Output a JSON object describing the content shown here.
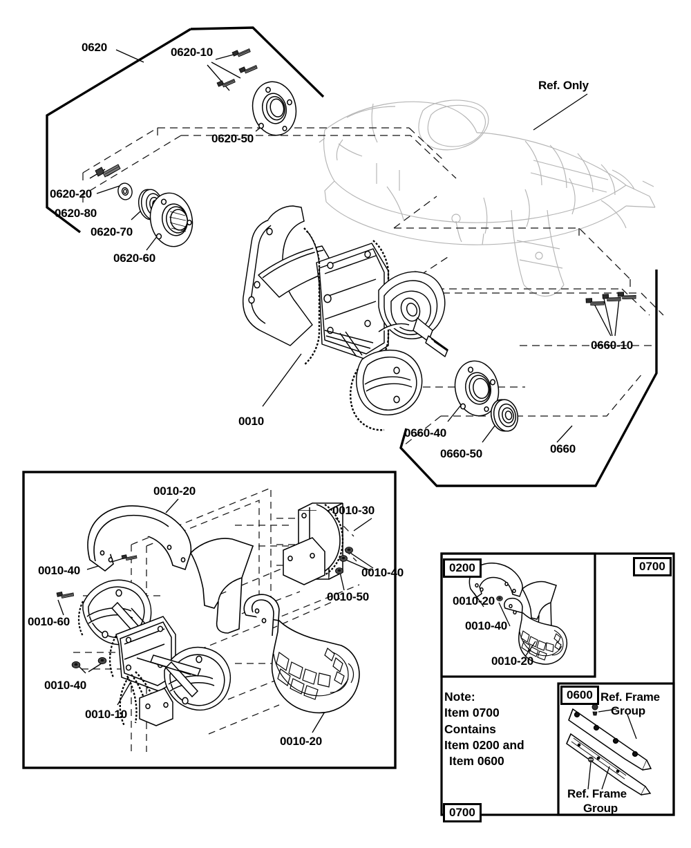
{
  "diagram": {
    "title": "Parts Exploded Assembly Diagram",
    "type": "parts-breakdown"
  },
  "callouts": {
    "c0620": "0620",
    "c0620_10": "0620-10",
    "c0620_50": "0620-50",
    "c0620_20": "0620-20",
    "c0620_80": "0620-80",
    "c0620_70": "0620-70",
    "c0620_60": "0620-60",
    "ref_only": "Ref. Only",
    "c0660_10": "0660-10",
    "c0660_40": "0660-40",
    "c0660_50": "0660-50",
    "c0660": "0660",
    "c0010": "0010"
  },
  "detail_box_0010": {
    "c0010_20_top": "0010-20",
    "c0010_30": "0010-30",
    "c0010_40_left": "0010-40",
    "c0010_40_right": "0010-40",
    "c0010_50": "0010-50",
    "c0010_60": "0010-60",
    "c0010_40_lower": "0010-40",
    "c0010_10": "0010-10",
    "c0010_20_bottom": "0010-20"
  },
  "box_0200": {
    "tag": "0200",
    "c0010_20_upper": "0010-20",
    "c0010_40": "0010-40",
    "c0010_20_lower": "0010-20"
  },
  "box_0700": {
    "tag_top": "0700",
    "tag_bottom": "0700",
    "note": {
      "line1": "Note:",
      "line2": "Item 0700",
      "line3": "Contains",
      "line4": "Item 0200 and",
      "line5": "Item 0600"
    }
  },
  "box_0600": {
    "tag": "0600",
    "ref_frame_group_top_l1": "Ref. Frame",
    "ref_frame_group_top_l2": "Group",
    "ref_frame_group_bot_l1": "Ref. Frame",
    "ref_frame_group_bot_l2": "Group"
  },
  "colors": {
    "ink": "#000000",
    "ghost": "#b9b9b9",
    "paper": "#ffffff"
  }
}
